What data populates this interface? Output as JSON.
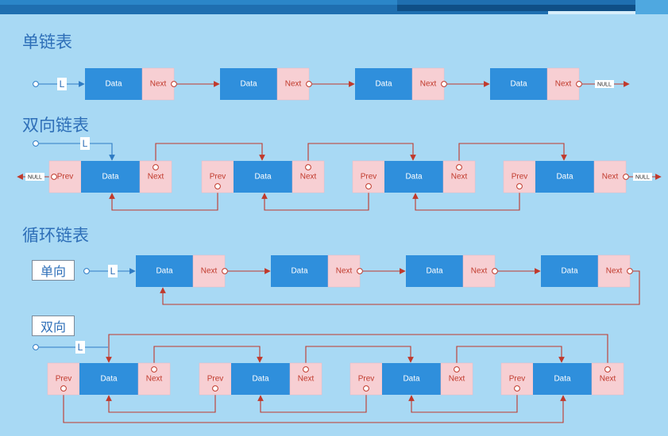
{
  "sections": {
    "singly": "单链表",
    "doubly": "双向链表",
    "circular": "循环链表"
  },
  "tags": {
    "one_way": "单向",
    "two_way": "双向"
  },
  "cells": {
    "data": "Data",
    "next": "Next",
    "prev": "Prev",
    "head": "L",
    "null": "NULL"
  },
  "colors": {
    "background": "#a8d9f4",
    "data_cell": "#2f8fdc",
    "pointer_cell": "#f7cfd3",
    "link_red": "#c0392b",
    "link_blue": "#2e7bc4",
    "title_blue": "#2e6fb8"
  }
}
